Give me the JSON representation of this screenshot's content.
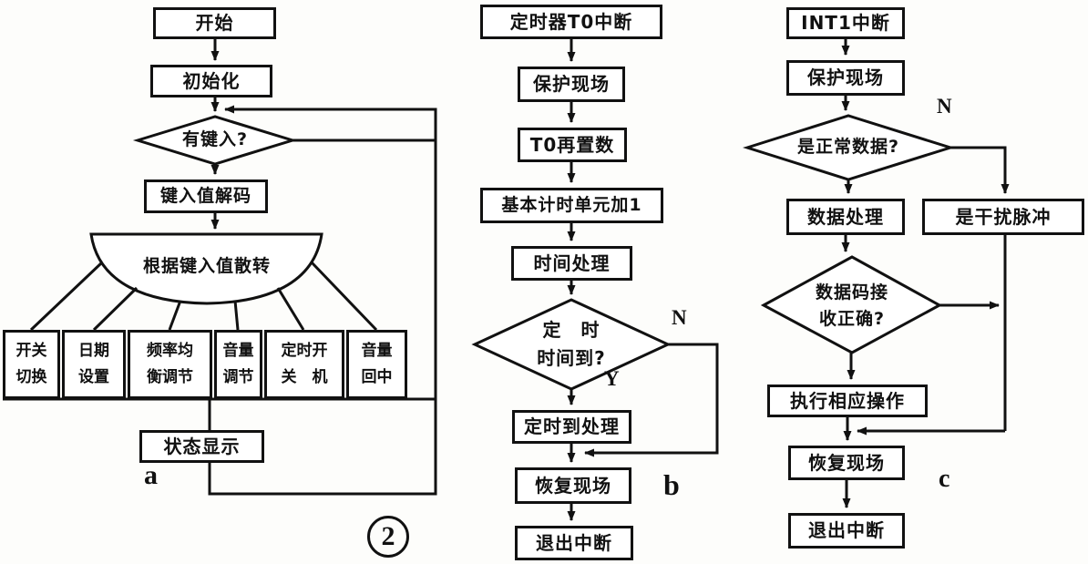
{
  "figure_label": "2",
  "chart_a": {
    "label": "a",
    "start": "开始",
    "init": "初始化",
    "key_check": "有键入?",
    "decode": "键入值解码",
    "dispatch": "根据键入值散转",
    "branches": [
      "开关\n切换",
      "日期\n设置",
      "频率均\n衡调节",
      "音量\n调节",
      "定时开\n关　机",
      "音量\n回中"
    ],
    "status": "状态显示"
  },
  "chart_b": {
    "label": "b",
    "title": "定时器T0中断",
    "save_context": "保护现场",
    "reload": "T0再置数",
    "unit_inc": "基本计时单元加1",
    "time_proc": "时间处理",
    "timer_check": "定　时\n时间到?",
    "n_label": "N",
    "y_label": "Y",
    "timeout_proc": "定时到处理",
    "restore_context": "恢复现场",
    "exit": "退出中断"
  },
  "chart_c": {
    "label": "c",
    "title": "INT1中断",
    "save_context": "保护现场",
    "normal_check": "是正常数据?",
    "n_label": "N",
    "data_proc": "数据处理",
    "noise_pulse": "是干扰脉冲",
    "code_check": "数据码接\n收正确?",
    "exec": "执行相应操作",
    "restore_context": "恢复现场",
    "exit": "退出中断"
  }
}
